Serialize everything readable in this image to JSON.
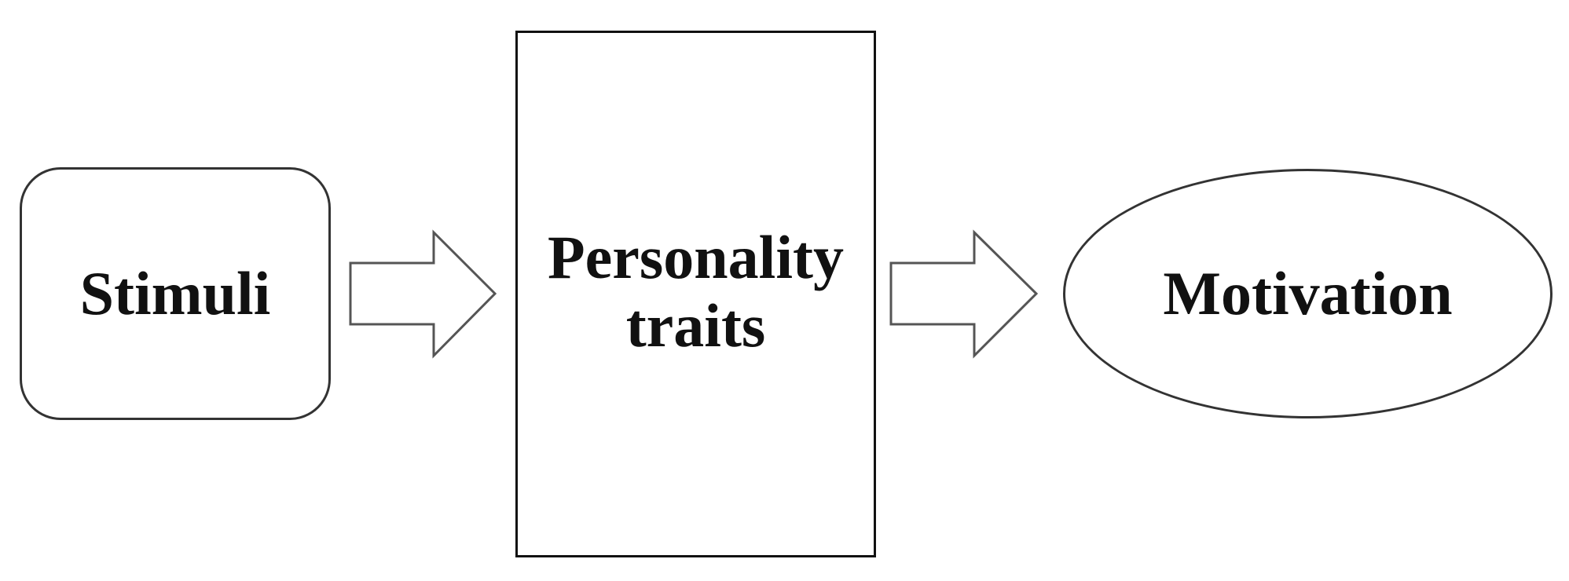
{
  "diagram": {
    "nodes": [
      {
        "id": "stimuli",
        "label": "Stimuli",
        "shape": "rounded-rectangle"
      },
      {
        "id": "personality",
        "label": "Personality\ntraits",
        "shape": "rectangle"
      },
      {
        "id": "motivation",
        "label": "Motivation",
        "shape": "ellipse"
      }
    ],
    "edges": [
      {
        "from": "stimuli",
        "to": "personality",
        "style": "block-arrow"
      },
      {
        "from": "personality",
        "to": "motivation",
        "style": "block-arrow"
      }
    ],
    "colors": {
      "stroke": "#333333",
      "fill": "#ffffff",
      "text": "#111111"
    }
  }
}
